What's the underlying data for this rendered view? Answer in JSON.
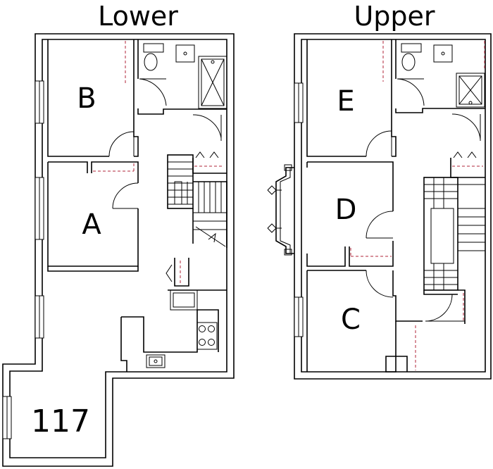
{
  "floors": [
    {
      "key": "lower",
      "title": "Lower"
    },
    {
      "key": "upper",
      "title": "Upper"
    }
  ],
  "rooms": [
    {
      "key": "B",
      "label": "B",
      "floor": "lower"
    },
    {
      "key": "A",
      "label": "A",
      "floor": "lower"
    },
    {
      "key": "E",
      "label": "E",
      "floor": "upper"
    },
    {
      "key": "D",
      "label": "D",
      "floor": "upper"
    },
    {
      "key": "C",
      "label": "C",
      "floor": "upper"
    }
  ],
  "unit": {
    "label": "117"
  }
}
